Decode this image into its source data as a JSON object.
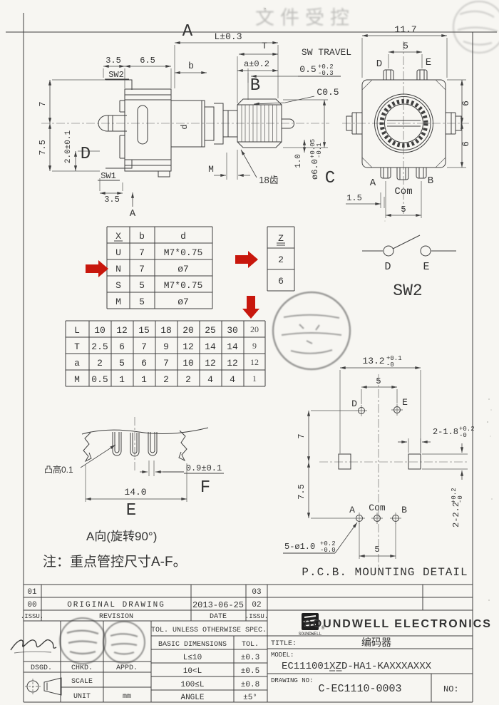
{
  "colors": {
    "line": "#3f3f3f",
    "paper": "#f7f6f2",
    "arrow_red": "#c8170d"
  },
  "watermark": "文件受控",
  "side_view": {
    "dim_top_left": "3.5",
    "dim_top_right": "6.5",
    "sw2": "SW2",
    "sw1": "SW1",
    "dim_left_upper": "7",
    "dim_left_lower": "7.5",
    "dim_pin": "2.0±0.1",
    "label_d": "D",
    "dim_bottom": "3.5",
    "section_a_top": "A",
    "section_a_bottom": "A",
    "dim_length": "L±0.3",
    "dim_t": "T",
    "dim_b": "b",
    "dim_a": "a±0.2",
    "label_b": "B",
    "sw_travel": "SW TRAVEL",
    "travel_val": "0.5",
    "travel_tol_up": "+0.2",
    "travel_tol_dn": "-0.3",
    "chamfer": "C0.5",
    "dim_m": "M",
    "teeth": "18齿",
    "dim_tip": "1.0",
    "shaft_dia": "ø6.0",
    "shaft_tol_up": "+0.05",
    "shaft_tol_dn": "-0.1",
    "label_c": "C",
    "label_d_small": "d"
  },
  "front_view": {
    "dim_width": "11.7",
    "dim_pins_top": "5",
    "pin_d": "D",
    "pin_e": "E",
    "dim_right_upper": "6",
    "dim_right_lower": "6",
    "pin_a": "A",
    "pin_com": "Com",
    "pin_b": "B",
    "dim_pin": "1.5",
    "dim_pins_bottom": "5"
  },
  "table_x": {
    "headers": [
      "X",
      "b",
      "d"
    ],
    "rows": [
      [
        "U",
        "7",
        "M7*0.75"
      ],
      [
        "N",
        "7",
        "ø7"
      ],
      [
        "S",
        "5",
        "M7*0.75"
      ],
      [
        "M",
        "5",
        "ø7"
      ]
    ]
  },
  "table_z": {
    "header": "Z",
    "rows": [
      "2",
      "6"
    ]
  },
  "table_l": {
    "rows": [
      [
        "L",
        "10",
        "12",
        "15",
        "18",
        "20",
        "25",
        "30"
      ],
      [
        "T",
        "2.5",
        "6",
        "7",
        "9",
        "12",
        "14",
        "14"
      ],
      [
        "a",
        "2",
        "5",
        "6",
        "7",
        "10",
        "12",
        "12"
      ],
      [
        "M",
        "0.5",
        "1",
        "1",
        "2",
        "2",
        "4",
        "4"
      ]
    ],
    "added_col": [
      "20",
      "9",
      "12",
      "1"
    ]
  },
  "sw2_symbol": {
    "pin_d": "D",
    "pin_e": "E",
    "label": "SW2"
  },
  "terminal_view": {
    "bump": "凸高0.1",
    "dim_small": "0.9±0.1",
    "label_f": "F",
    "dim_width": "14.0",
    "label_e": "E",
    "caption": "A向(旋转90°)"
  },
  "note": "注：重点管控尺寸A-F。",
  "pcb": {
    "dim_width": "13.2",
    "dim_width_tol_up": "+0.1",
    "dim_width_tol_dn": "-0",
    "dim_de": "5",
    "hole_d": "D",
    "hole_e": "E",
    "dim_upper": "7",
    "slot_w": "2-1.8",
    "slot_w_tol_up": "+0.2",
    "slot_w_tol_dn": "-0",
    "dim_lower": "7.5",
    "slot_h": "2-2.2",
    "slot_h_tol_up": "+0.2",
    "slot_h_tol_dn": "-0",
    "hole_a": "A",
    "hole_com": "Com",
    "hole_b": "B",
    "holes": "5-ø1.0",
    "holes_tol_up": "+0.2",
    "holes_tol_dn": "-0.0",
    "dim_ab": "5",
    "caption": "P.C.B. MOUNTING DETAIL"
  },
  "revision": {
    "r1_no": "01",
    "r0_no": "00",
    "r0_desc": "ORIGINAL DRAWING",
    "r0_date": "2013-06-25",
    "issu": ".ISSU.",
    "revision": "REVISION",
    "date": "DATE",
    "r3_no": "03",
    "r2_no": "02",
    "issu2": ".ISSU."
  },
  "tolerances": {
    "header": "TOL. UNLESS OTHERWISE SPEC.",
    "col_dim": "BASIC DIMENSIONS",
    "col_tol": "TOL.",
    "rows": [
      [
        "L≤10",
        "±0.3"
      ],
      [
        "10<L",
        "±0.5"
      ],
      [
        "100≤L",
        "±0.8"
      ],
      [
        "ANGLE",
        "±5°"
      ]
    ]
  },
  "approval": {
    "dsgd": "DSGD.",
    "chkd": "CHKD.",
    "appd": "APPD.",
    "scale": "SCALE",
    "unit": "UNIT",
    "unit_val": "mm"
  },
  "company": {
    "name": "SOUNDWELL ELECTRONICS",
    "logo": "SOUNDWELL",
    "reg": "®",
    "title_label": "TITLE:",
    "title": "编码器",
    "model_label": "MODEL:",
    "model": "EC111001XZD-HA1-KAXXXAXXX",
    "drawing_label": "DRAWING NO:",
    "drawing_no": "C-EC1110-0003",
    "no_label": "NO:"
  }
}
